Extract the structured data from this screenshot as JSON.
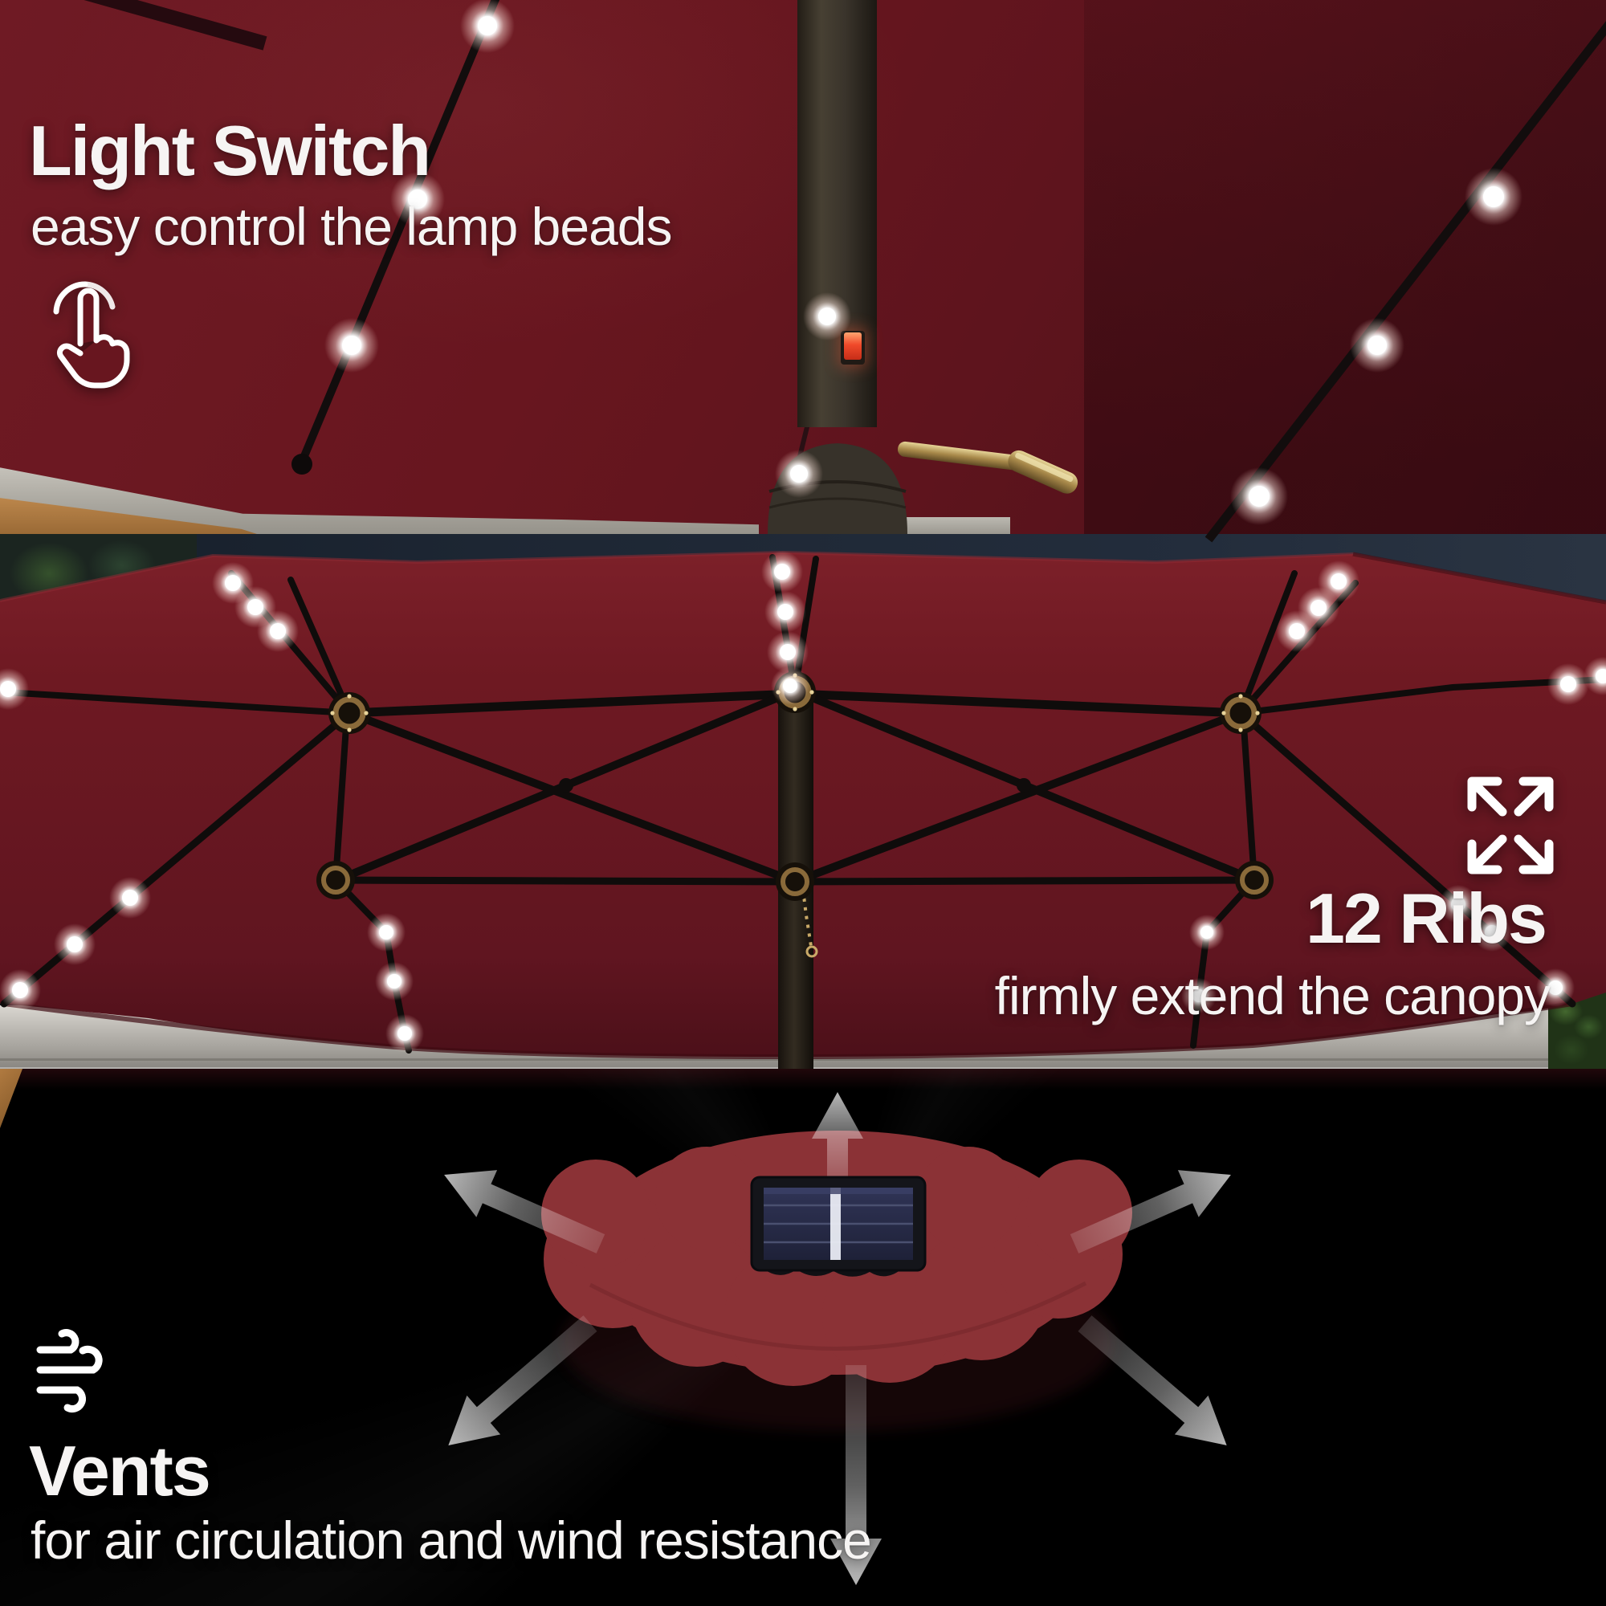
{
  "image_type": "product-feature-collage",
  "text_color": "#f6f4f3",
  "sections": [
    {
      "id": "light-switch",
      "heading": "Light Switch",
      "subheading": "easy control the lamp beads",
      "icon": "tap-hand-icon",
      "scene": {
        "label": "underside of red patio umbrella at night with lit LED lamp beads on black ribs, centre pole with glowing red light switch and gold crank handle",
        "canopy_color": "#68161f",
        "led_color": "#ffffff",
        "switch_glow_color": "#ff5a35",
        "pole_color": "#3a342b",
        "crank_color": "#c7ae6b"
      }
    },
    {
      "id": "twelve-ribs",
      "heading": "12 Ribs",
      "subheading": "firmly extend the canopy",
      "icon": "expand-arrows-icon",
      "scene": {
        "label": "double-sided umbrella frame seen from below: black folding ribs with three hub clusters, LED lamp beads, night sky and white garden wall",
        "canopy_color": "#6e1922",
        "frame_color": "#0f0c0b",
        "sky_color": "#1d2633",
        "wall_color": "#c6c3bd",
        "hub_plate_color": "#8a6a3a"
      }
    },
    {
      "id": "vents",
      "heading": "Vents",
      "subheading": "for air circulation and wind resistance",
      "icon": "wind-icon",
      "scene": {
        "label": "top view of red canopy with scalloped wind vent, solar panel and white arrows showing airflow in all directions",
        "canopy_color": "#943a3d",
        "vent_color": "#8b3236",
        "solar_panel_color": "#23263e",
        "panel_stripe_color": "#e9ebf3",
        "arrow_color": "#ffffff"
      }
    }
  ]
}
